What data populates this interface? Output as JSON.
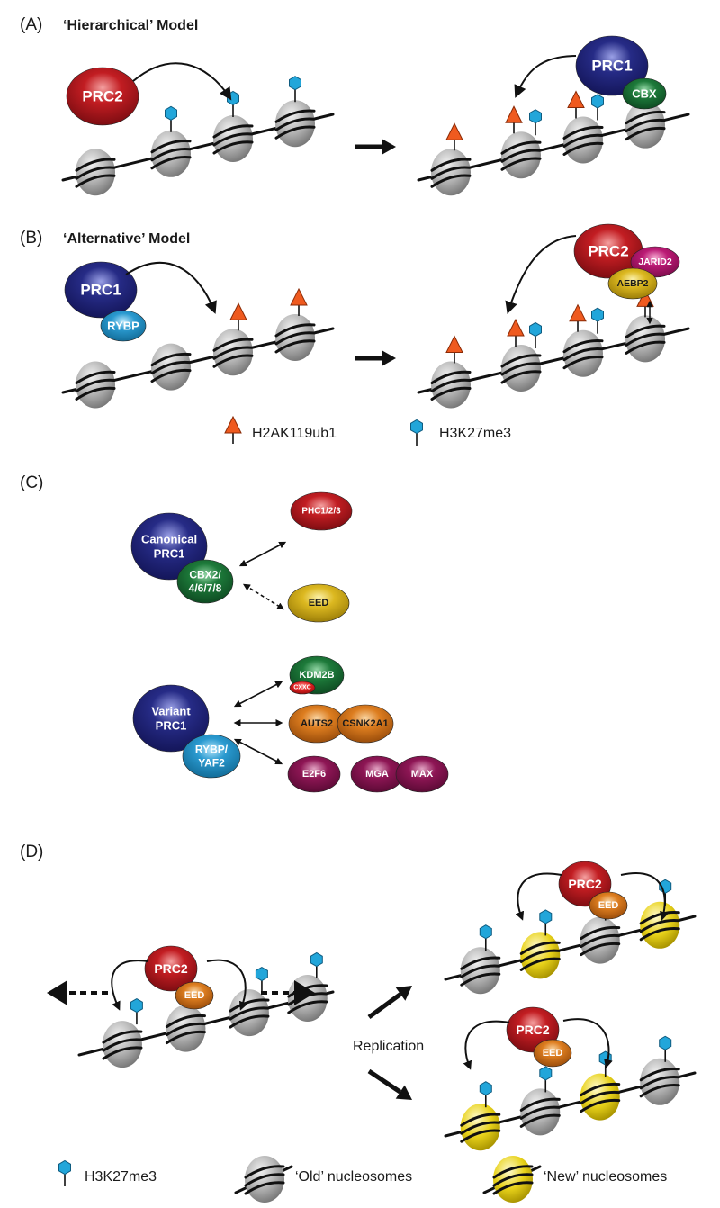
{
  "panels": {
    "a": {
      "letter": "(A)",
      "title": "‘Hierarchical’ Model"
    },
    "b": {
      "letter": "(B)",
      "title": "‘Alternative’ Model"
    },
    "c": {
      "letter": "(C)"
    },
    "d": {
      "letter": "(D)"
    }
  },
  "proteins": {
    "prc2": "PRC2",
    "prc1": "PRC1",
    "cbx": "CBX",
    "rybp": "RYBP",
    "jarid2": "JARID2",
    "aebp2": "AEBP2",
    "canonical_line1": "Canonical",
    "canonical_line2": "PRC1",
    "cbx_line1": "CBX2/",
    "cbx_line2": "4/6/7/8",
    "phc": "PHC1/2/3",
    "eed": "EED",
    "variant_line1": "Variant",
    "variant_line2": "PRC1",
    "rybp_line1": "RYBP/",
    "rybp_line2": "YAF2",
    "kdm2b": "KDM2B",
    "cxxc": "CXXC",
    "auts2": "AUTS2",
    "csnk2a1": "CSNK2A1",
    "e2f6": "E2F6",
    "mga": "MGA",
    "max": "MAX"
  },
  "legend_b": {
    "h2ak": "H2AK119ub1",
    "h3k": "H3K27me3"
  },
  "replication_label": "Replication",
  "legend_d": {
    "h3k": "H3K27me3",
    "old": "‘Old’ nucleosomes",
    "new": "‘New’ nucleosomes"
  },
  "colors": {
    "prc2_red": "#b0151b",
    "prc1_navy": "#1f2274",
    "cbx_green": "#1b6b33",
    "rybp_blue": "#2393c9",
    "eed_orange": "#d9761b",
    "eed_yellow": "#d8b318",
    "jarid2_magenta": "#b5166e",
    "e2f6_purple": "#86134f",
    "h2ak_orange": "#ef5a1f",
    "h3k_cyan": "#22a6da",
    "old_nucleosome_gray": "#9a9a9a",
    "new_nucleosome_yellow": "#e2cc14"
  }
}
